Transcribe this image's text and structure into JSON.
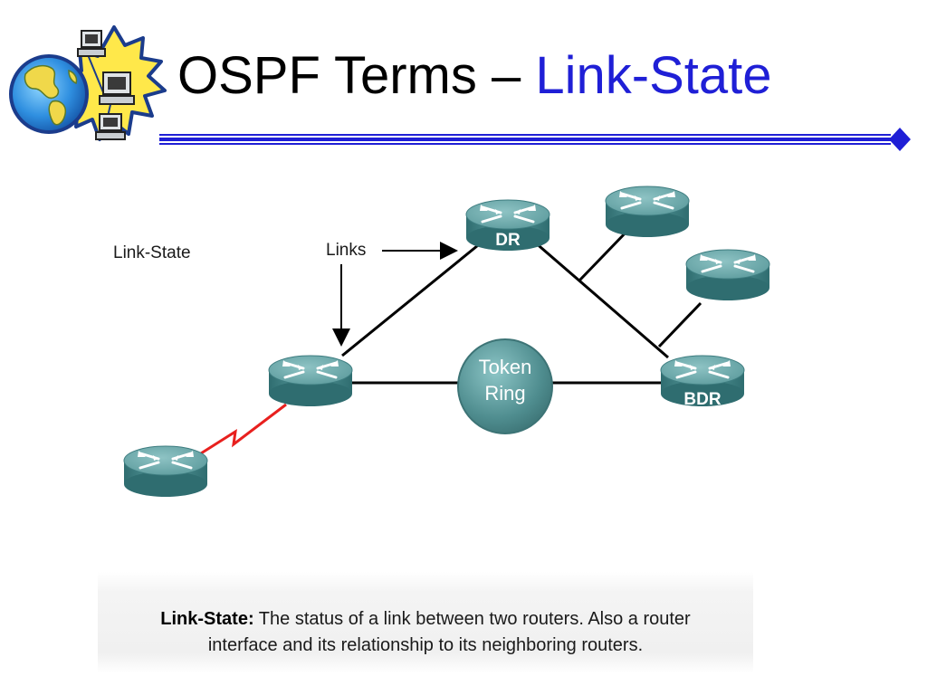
{
  "slide": {
    "title_main": "OSPF Terms – ",
    "title_accent": "Link-State",
    "accent_color": "#1f1fd6",
    "rule_color": "#1f1fd6"
  },
  "diagram": {
    "heading": "Link-State",
    "links_label": "Links",
    "dr_label": "DR",
    "bdr_label": "BDR",
    "token_ring_line1": "Token",
    "token_ring_line2": "Ring",
    "router_color": "#4e8d8f",
    "serial_link_color": "#e8201e"
  },
  "caption": {
    "term": "Link-State:",
    "definition_line1": " The status of a link between two routers. Also a router",
    "definition_line2": "interface and its relationship to its neighboring routers."
  }
}
